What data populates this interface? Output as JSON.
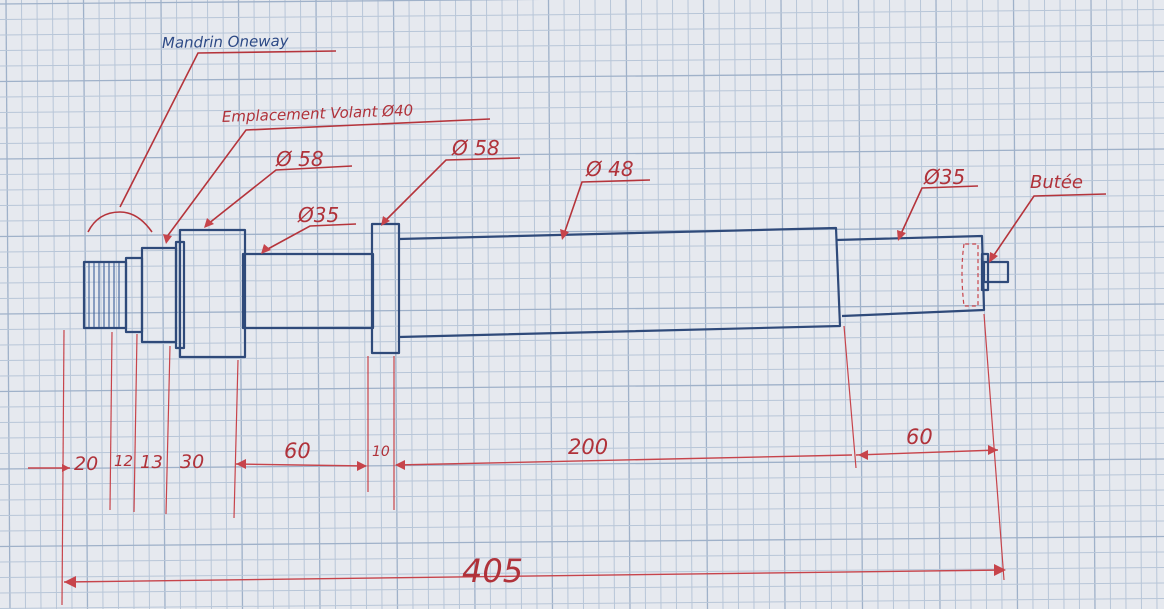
{
  "labels": {
    "mandrin": "Mandrin Oneway",
    "emplacement": "Emplacement Volant Ø40",
    "d58_left": "Ø 58",
    "d35_left": "Ø35",
    "d58_collar": "Ø 58",
    "d48": "Ø 48",
    "d35_right": "Ø35",
    "butee": "Butée"
  },
  "dimensions": {
    "seg1": "20",
    "seg2": "12",
    "seg3": "13",
    "seg4": "30",
    "seg5": "60",
    "seg6": "10",
    "seg7": "200",
    "seg8": "60",
    "total": "405"
  },
  "colors": {
    "ink_blue": "#2f4a7a",
    "ink_red": "#b5343b",
    "paper": "#e6e9ef",
    "grid": "#b8c6d8"
  }
}
